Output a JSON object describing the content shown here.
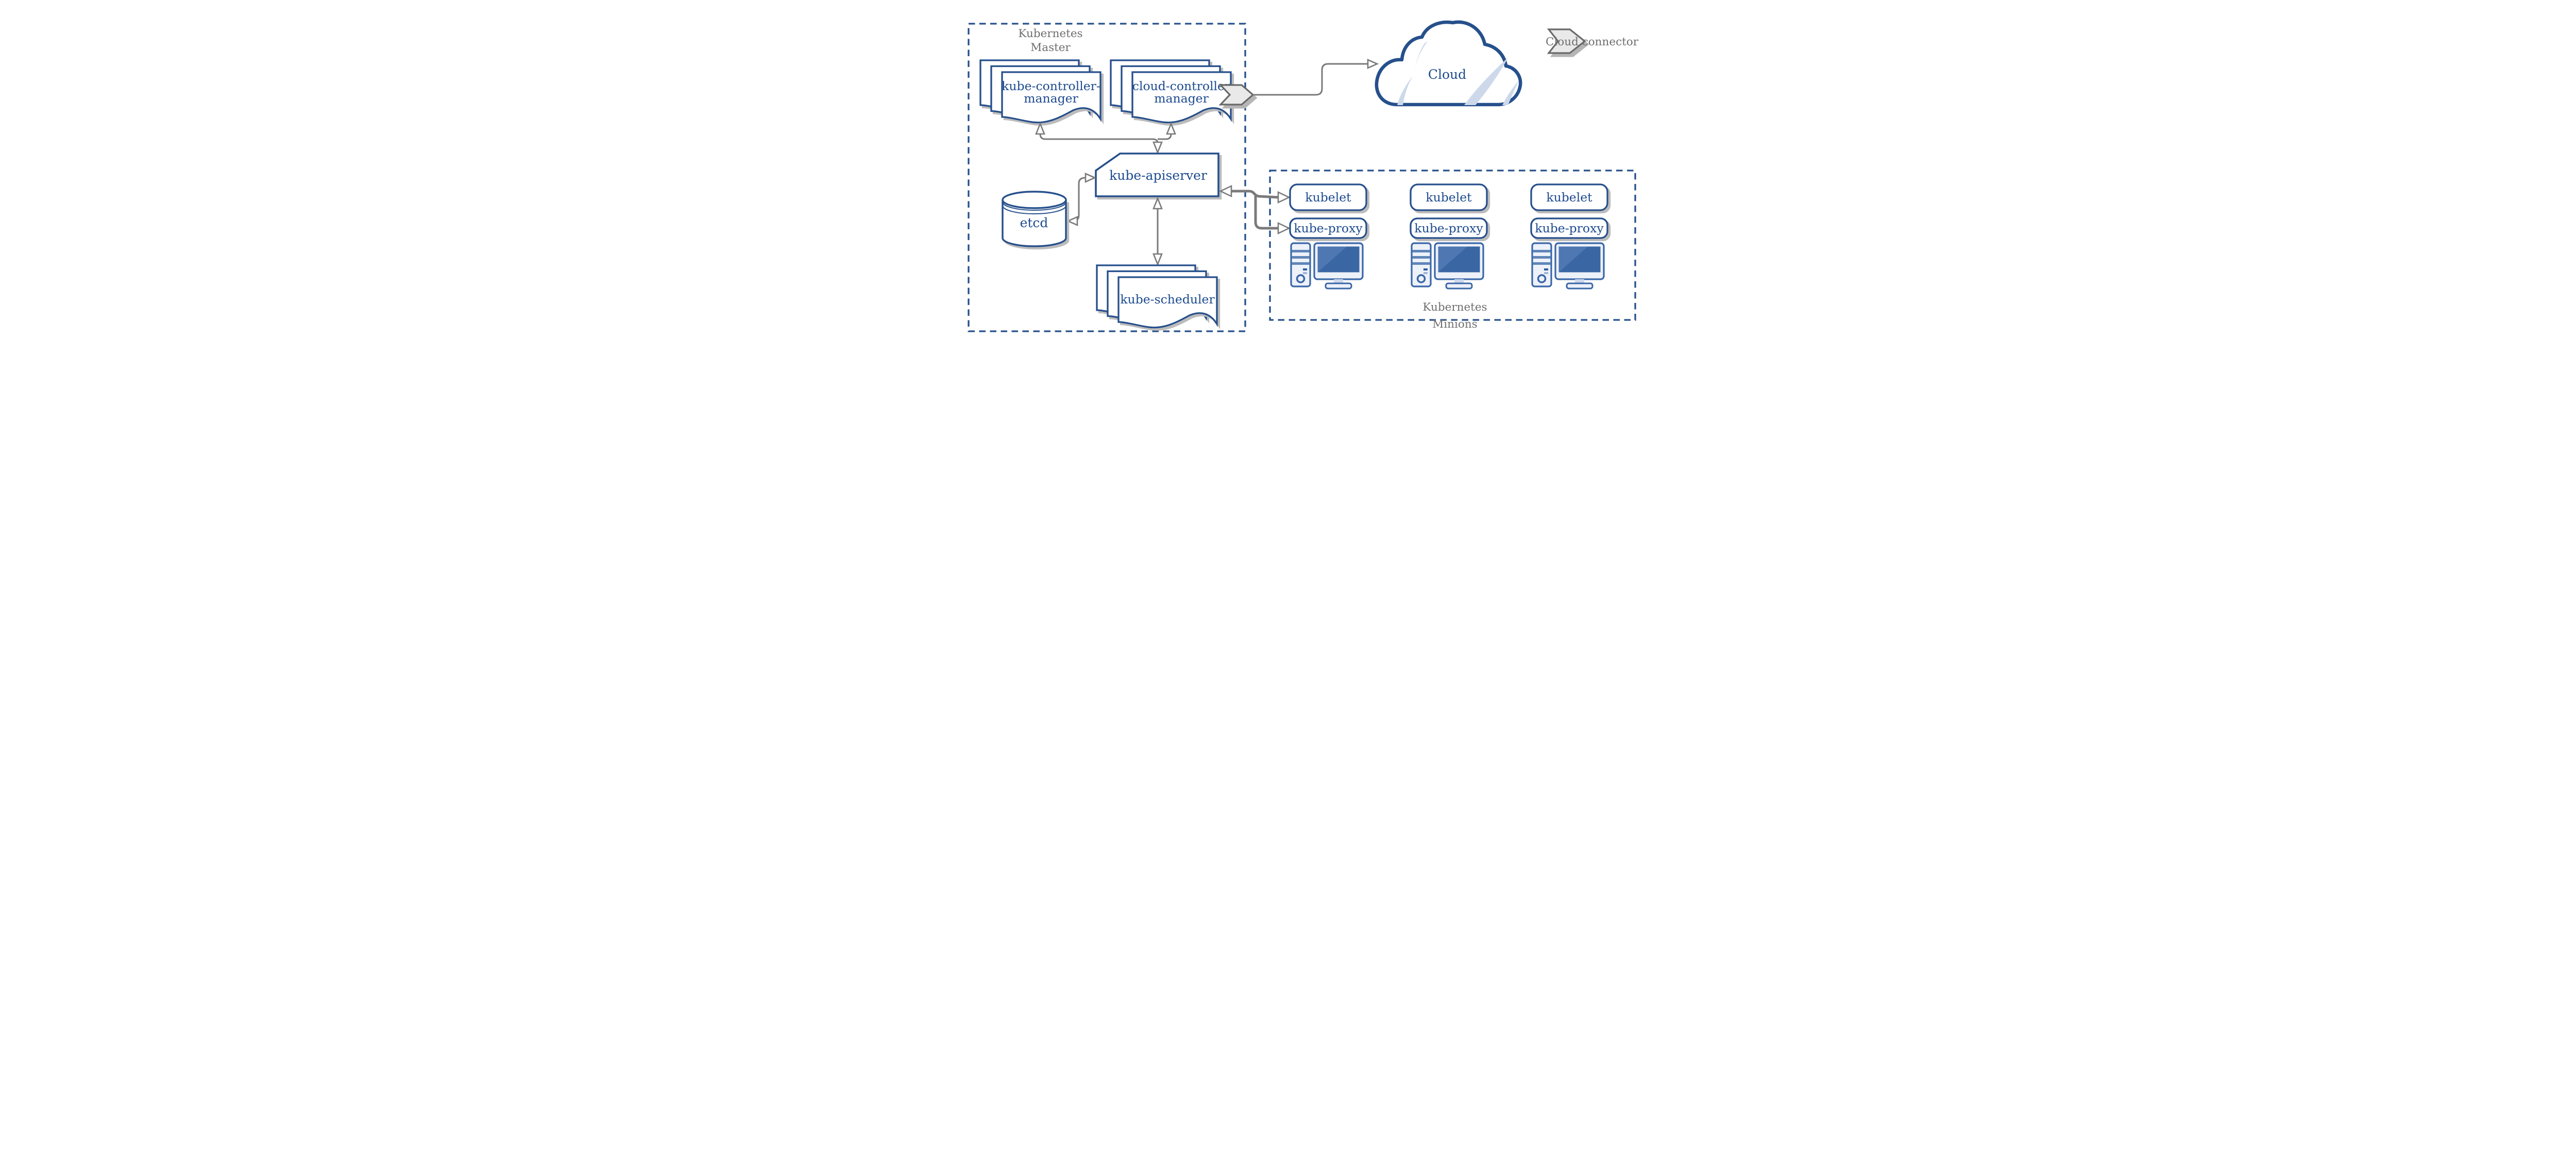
{
  "master": {
    "label": [
      "Kubernetes",
      "Master"
    ],
    "controller_manager": [
      "kube-controller-",
      "manager"
    ],
    "cloud_controller_manager": [
      "cloud-controller",
      "manager"
    ],
    "apiserver": "kube-apiserver",
    "etcd": "etcd",
    "scheduler": "kube-scheduler"
  },
  "cloud": {
    "label": "Cloud"
  },
  "legend": {
    "chevron_label": "Cloud connector"
  },
  "minions": {
    "label": [
      "Kubernetes",
      "Minions"
    ],
    "nodes": [
      {
        "kubelet": "kubelet",
        "kube_proxy": "kube-proxy"
      },
      {
        "kubelet": "kubelet",
        "kube_proxy": "kube-proxy"
      },
      {
        "kubelet": "kubelet",
        "kube_proxy": "kube-proxy"
      }
    ]
  },
  "colors": {
    "primary_blue": "#26508c",
    "text_blue": "#1d4b8f",
    "icon_blue": "#3a67a8",
    "screen_blue": "#3a66a4",
    "screen_sheen": "#4f78b2",
    "gray_text": "#6e6e6e",
    "arrow_gray": "#7a7a7a",
    "shadow_gray": "#bcbcbc",
    "chevron_fill": "#e9e9e9",
    "cloud_slash": "#cdd9eb",
    "light_fill": "#edf1f9"
  }
}
